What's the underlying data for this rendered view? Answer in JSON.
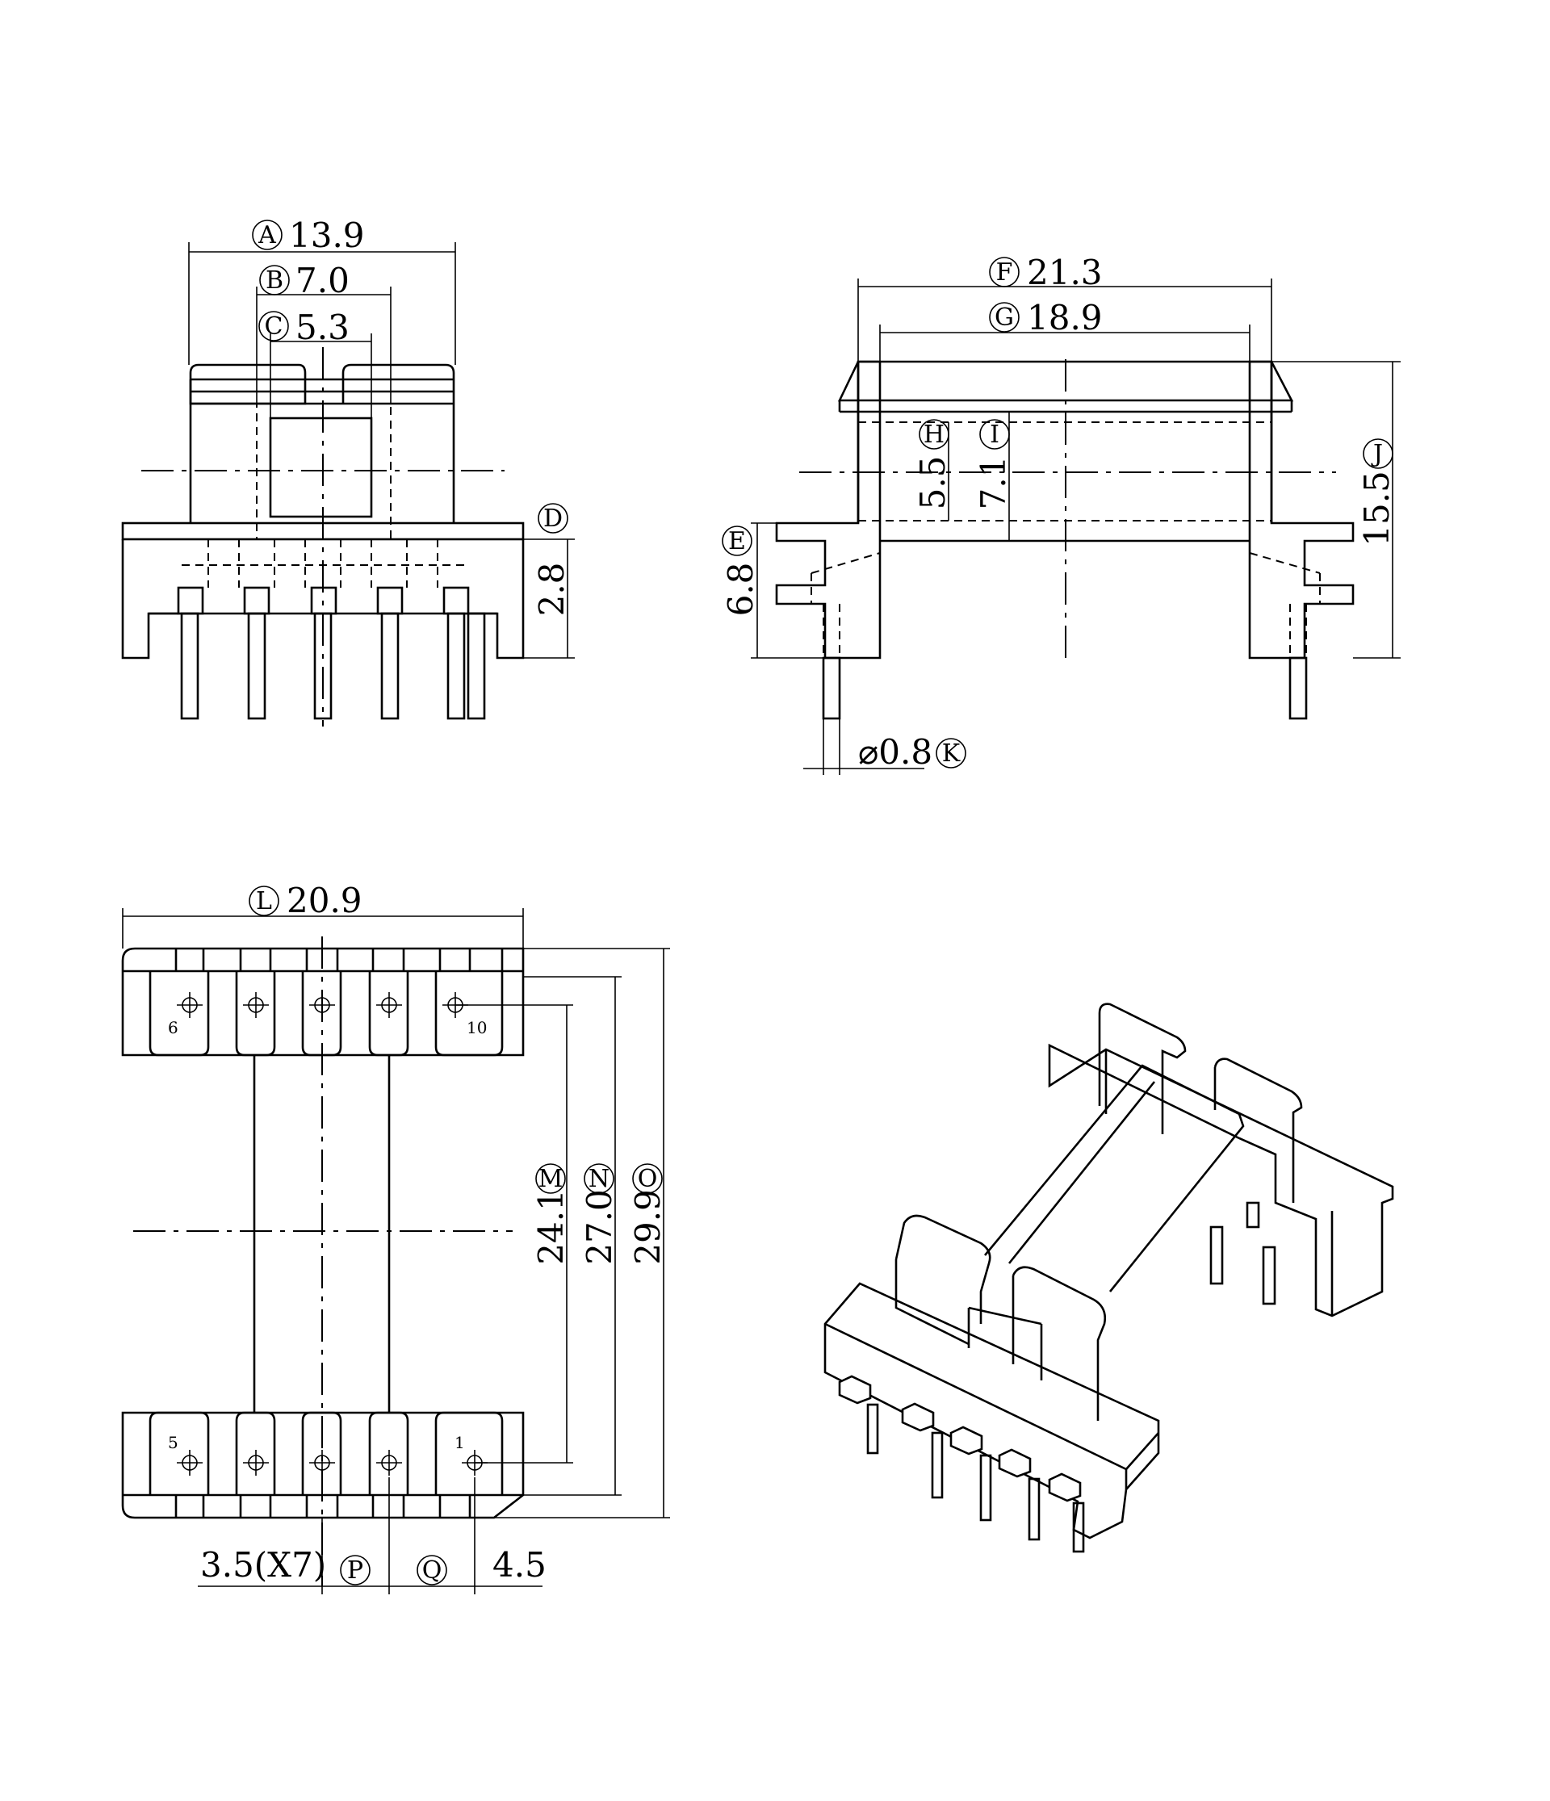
{
  "dimensions": {
    "A": {
      "letter": "A",
      "value": "13.9"
    },
    "B": {
      "letter": "B",
      "value": "7.0"
    },
    "C": {
      "letter": "C",
      "value": "5.3"
    },
    "D": {
      "letter": "D",
      "value": "2.8"
    },
    "E": {
      "letter": "E",
      "value": "6.8"
    },
    "F": {
      "letter": "F",
      "value": "21.3"
    },
    "G": {
      "letter": "G",
      "value": "18.9"
    },
    "H": {
      "letter": "H",
      "value": "5.5"
    },
    "I": {
      "letter": "I",
      "value": "7.1"
    },
    "J": {
      "letter": "J",
      "value": "15.5"
    },
    "K": {
      "letter": "K",
      "value": "⌀0.8"
    },
    "L": {
      "letter": "L",
      "value": "20.9"
    },
    "M": {
      "letter": "M",
      "value": "24.1"
    },
    "N": {
      "letter": "N",
      "value": "27.0"
    },
    "O": {
      "letter": "O",
      "value": "29.9"
    },
    "P": {
      "letter": "P",
      "value": "3.5(X7)"
    },
    "Q": {
      "letter": "Q",
      "value": "4.5"
    }
  },
  "pins": {
    "p6": "6",
    "p10": "10",
    "p5": "5",
    "p1": "1"
  }
}
